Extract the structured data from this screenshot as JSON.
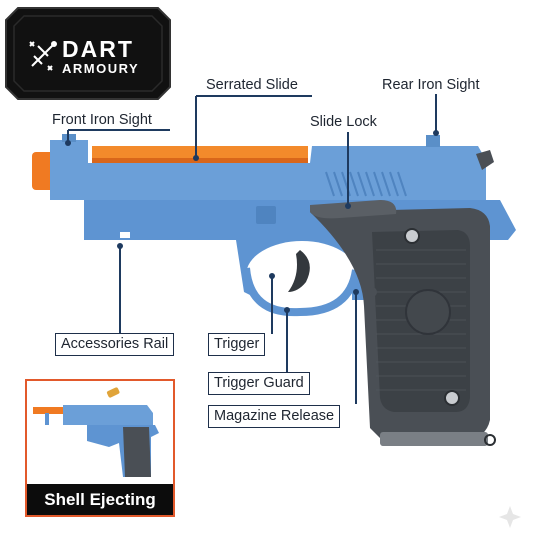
{
  "brand": {
    "line1": "DART",
    "line2": "ARMOURY",
    "logo_icon": "dart-cluster-icon"
  },
  "labels": {
    "serrated_slide": "Serrated Slide",
    "rear_iron_sight": "Rear Iron Sight",
    "front_iron_sight": "Front Iron Sight",
    "slide_lock": "Slide Lock",
    "accessories_rail": "Accessories Rail",
    "trigger": "Trigger",
    "trigger_guard": "Trigger Guard",
    "magazine_release": "Magazine Release"
  },
  "inset": {
    "caption": "Shell Ejecting"
  },
  "colors": {
    "body_blue": "#6b9fd8",
    "grip_gray": "#4a4f55",
    "barrel_orange": "#f07a22",
    "badge_black": "#111111",
    "inset_border": "#e2592b",
    "shell_gold": "#e0a43a"
  }
}
